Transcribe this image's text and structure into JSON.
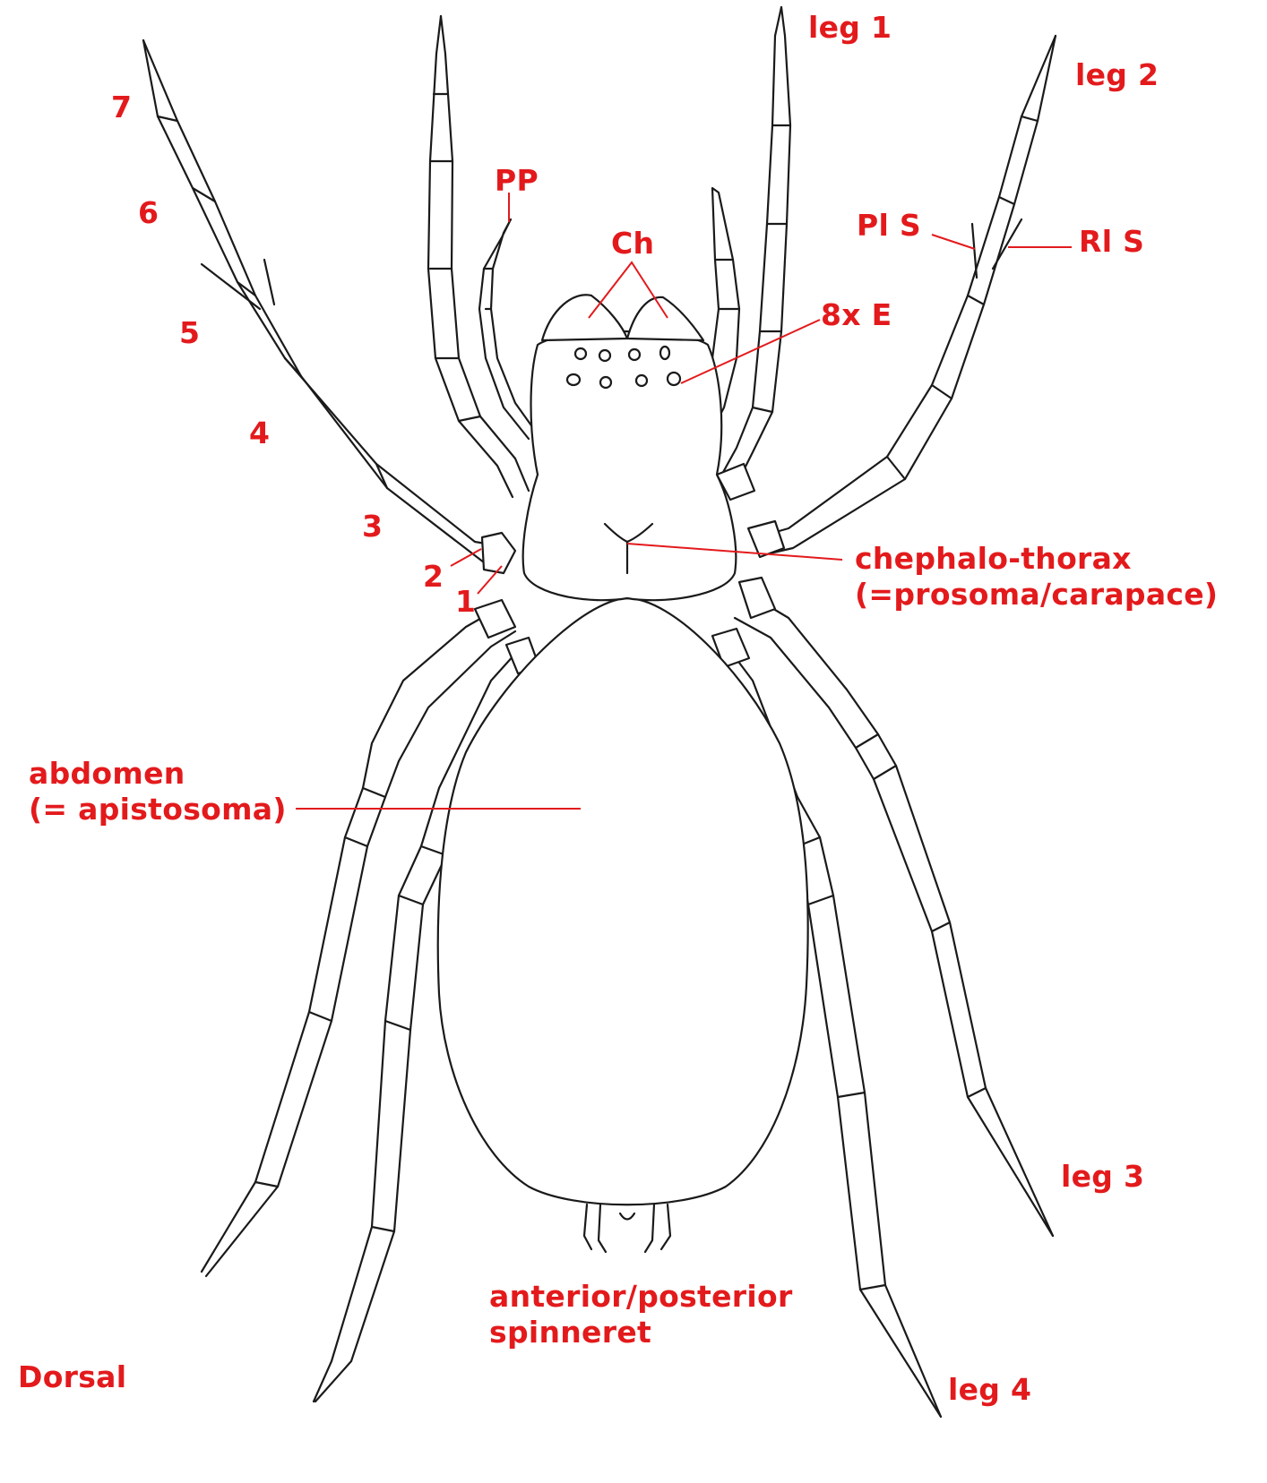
{
  "colors": {
    "label": "#e31a1c",
    "ink": "#1a1a1a",
    "background": "#ffffff"
  },
  "labels": {
    "leg1": "leg 1",
    "leg2": "leg 2",
    "leg3": "leg 3",
    "leg4": "leg 4",
    "seg7": "7",
    "seg6": "6",
    "seg5": "5",
    "seg4": "4",
    "seg3": "3",
    "seg2": "2",
    "seg1": "1",
    "pp": "PP",
    "ch": "Ch",
    "pl_s": "Pl S",
    "rl_s": "Rl S",
    "eyes": "8x E",
    "cephalothorax": "chephalo-thorax",
    "cephalothorax_alt": "(=prosoma/carapace)",
    "abdomen": "abdomen",
    "abdomen_alt": "(= apistosoma)",
    "spinneret_1": "anterior/posterior",
    "spinneret_2": "spinneret",
    "view": "Dorsal"
  }
}
